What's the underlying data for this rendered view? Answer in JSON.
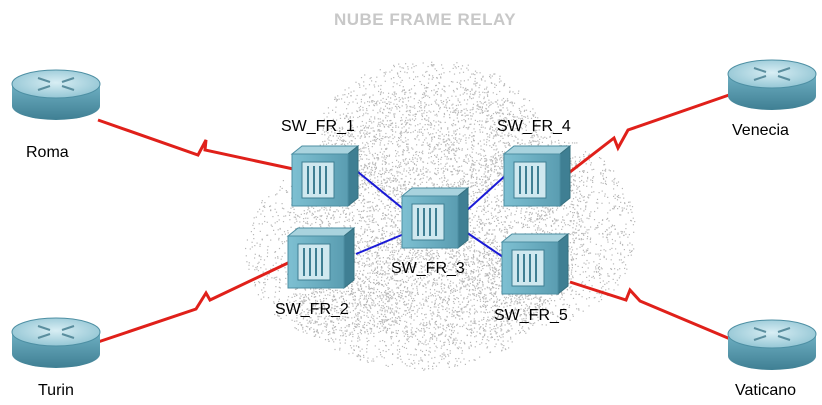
{
  "title": "NUBE FRAME RELAY",
  "routers": {
    "roma": "Roma",
    "turin": "Turin",
    "venecia": "Venecia",
    "vaticano": "Vaticano"
  },
  "switches": {
    "sw1": "SW_FR_1",
    "sw2": "SW_FR_2",
    "sw3": "SW_FR_3",
    "sw4": "SW_FR_4",
    "sw5": "SW_FR_5"
  },
  "colors": {
    "serial_link": "#e0201a",
    "ethernet_link": "#1a1ad6",
    "device_body": "#5fa2b6",
    "device_top": "#a9d3de",
    "cloud": "#b8b8b8",
    "title": "#c8c8c8"
  }
}
